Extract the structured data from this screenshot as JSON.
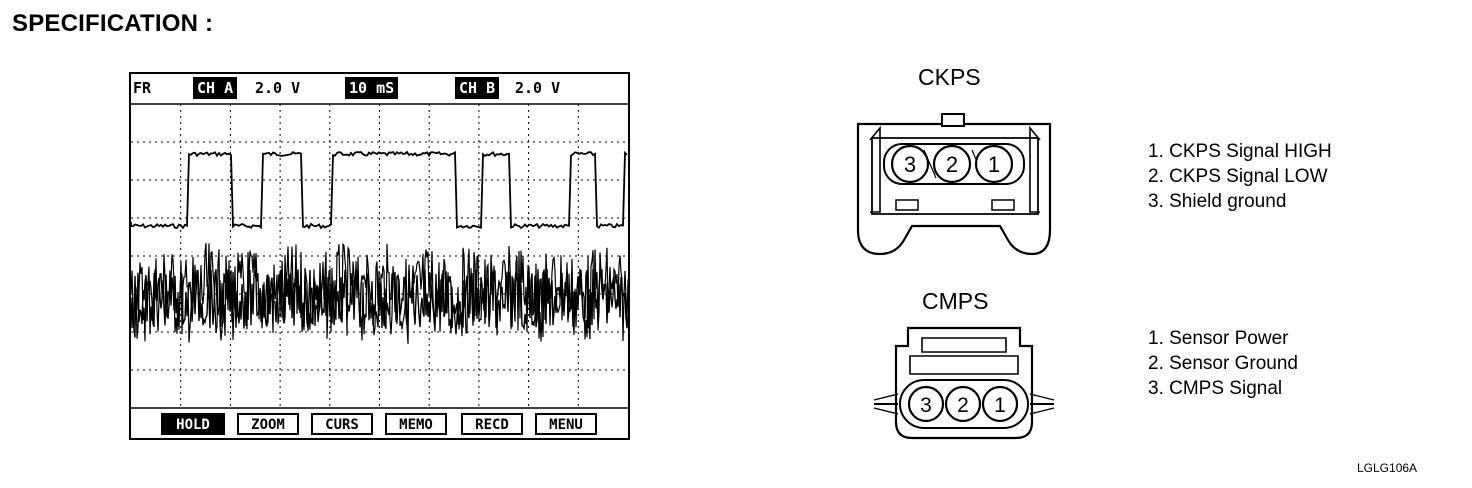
{
  "title": "SPECIFICATION :",
  "scope": {
    "header": {
      "mode": "FR",
      "ch_a_label": "CH A",
      "ch_a_value": "2.0 V",
      "timebase": "10 mS",
      "ch_b_label": "CH B",
      "ch_b_value": "2.0 V"
    },
    "buttons": [
      {
        "label": "HOLD",
        "active": true
      },
      {
        "label": "ZOOM",
        "active": false
      },
      {
        "label": "CURS",
        "active": false
      },
      {
        "label": "MEMO",
        "active": false
      },
      {
        "label": "RECD",
        "active": false
      },
      {
        "label": "MENU",
        "active": false
      }
    ]
  },
  "ckps": {
    "title": "CKPS",
    "pins": [
      "3",
      "2",
      "1"
    ],
    "legend": [
      "1. CKPS Signal HIGH",
      "2. CKPS Signal LOW",
      "3. Shield ground"
    ]
  },
  "cmps": {
    "title": "CMPS",
    "pins": [
      "3",
      "2",
      "1"
    ],
    "legend": [
      "1. Sensor Power",
      "2. Sensor Ground",
      "3. CMPS Signal"
    ]
  },
  "figure_ref": "LGLG106A"
}
